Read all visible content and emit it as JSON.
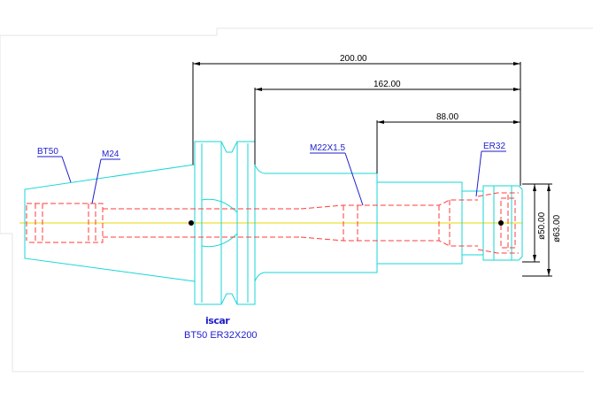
{
  "drawing": {
    "dimensions": {
      "overall_length": "200.00",
      "shank_length": "162.00",
      "nose_length": "88.00",
      "diameter_body": "ø50.00",
      "diameter_flange": "ø63.00"
    },
    "labels": {
      "taper": "BT50",
      "pull_stud_thread": "M24",
      "back_thread": "M22X1.5",
      "collet": "ER32"
    },
    "logo_text": "iscar",
    "caption": "BT50  ER32X200",
    "colors": {
      "outline": "#19d6d6",
      "hidden": "#ff3b3b",
      "centerline": "#e6d800",
      "dimension": "#000000",
      "label": "#1e1ecc"
    }
  }
}
